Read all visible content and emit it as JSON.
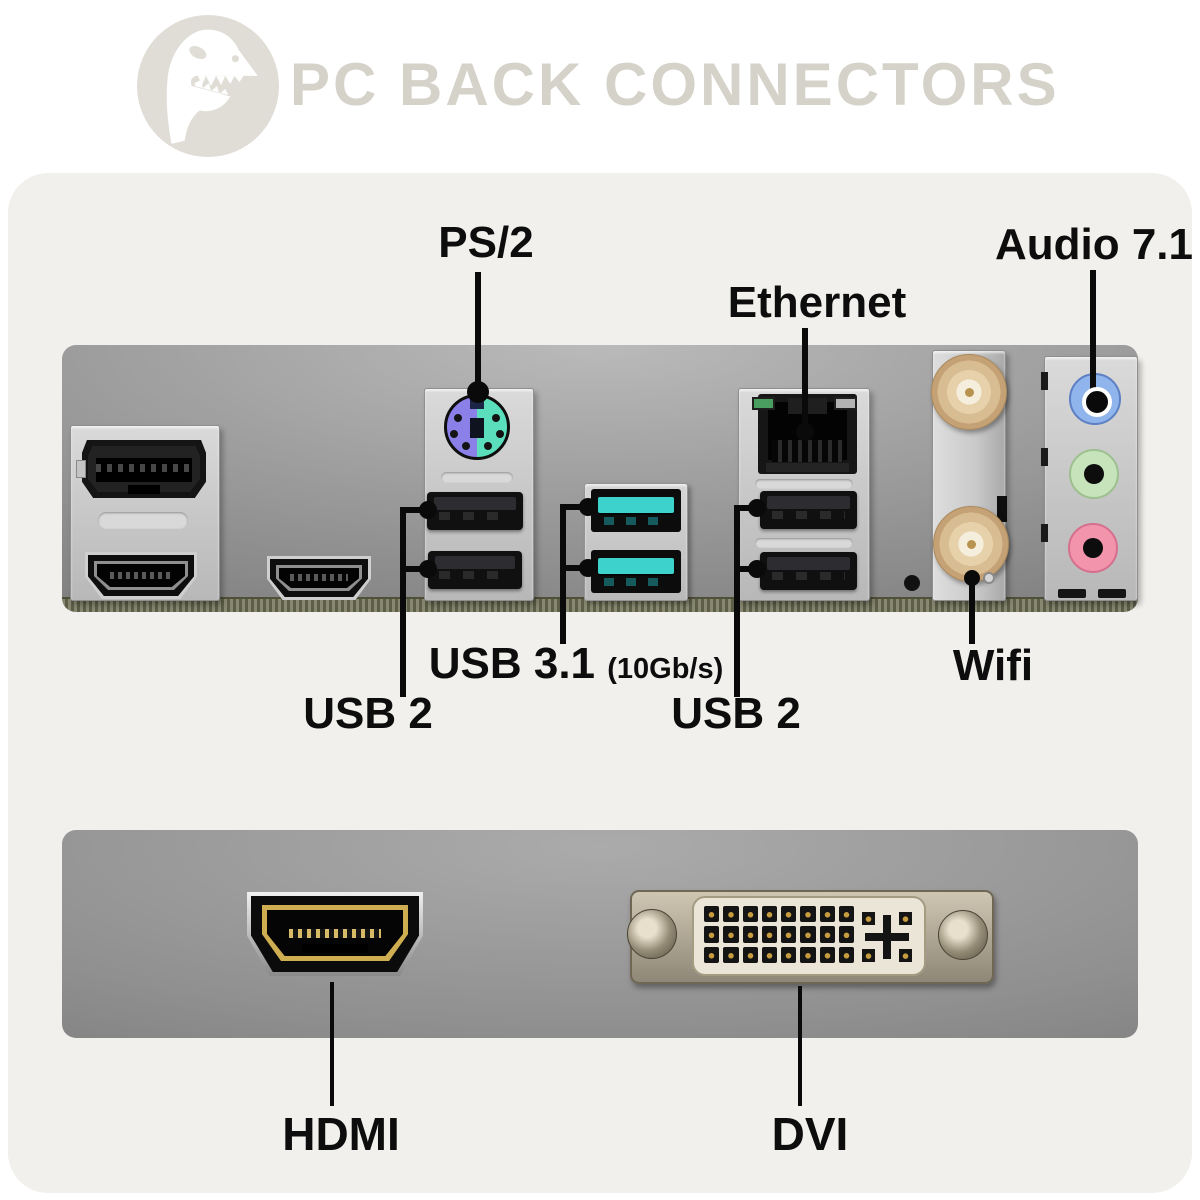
{
  "header": {
    "title": "PC BACK CONNECTORS",
    "logo_icon": "t-rex-icon"
  },
  "annotations": {
    "ps2": "PS/2",
    "ethernet": "Ethernet",
    "audio": "Audio 7.1",
    "usb2_left": "USB 2",
    "usb31": "USB 3.1",
    "usb31_speed": "(10Gb/s)",
    "usb2_right": "USB 2",
    "wifi": "Wifi",
    "hdmi": "HDMI",
    "dvi": "DVI"
  },
  "colors": {
    "page_bg": "#ffffff",
    "card_bg": "#f1f0ec",
    "title_text": "#d5d3c9",
    "logo_bg": "#dfddd5",
    "label_text": "#0d0d0d",
    "line_black": "#0a0a0a",
    "panel_gray_light": "#b5b5b5",
    "panel_gray_dark": "#6d6d6d",
    "pcb_olive": "#74755a",
    "bracket_gray": "#cccccc",
    "ps2_purple": "#8a80e8",
    "ps2_green": "#5adebb",
    "usb3_teal": "#3ed2cd",
    "audio_blue": "#90b4ec",
    "audio_green": "#c7e3bb",
    "audio_pink": "#f294ac",
    "wifi_gold": "#dfc49e",
    "led_green": "#4a9e5f",
    "hdmi_gold": "#cfae52",
    "dvi_cream": "#eae5d6"
  }
}
